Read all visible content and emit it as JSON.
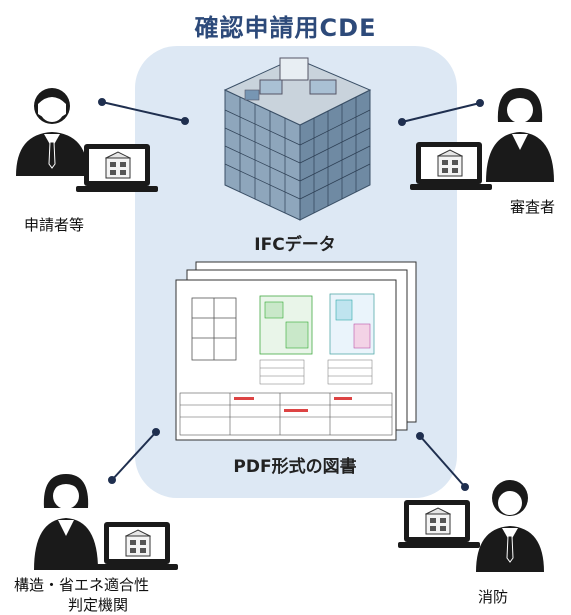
{
  "title": "確認申請用CDE",
  "ifc_label": "IFCデータ",
  "pdf_label": "PDF形式の図書",
  "participants": {
    "applicant": "申請者等",
    "reviewer": "審査者",
    "structure_line1": "構造・省エネ適合性",
    "structure_line2": "判定機関",
    "fire": "消防"
  },
  "colors": {
    "panel": "#dde8f4",
    "title": "#2d4a7a",
    "person": "#1a1a1a"
  }
}
